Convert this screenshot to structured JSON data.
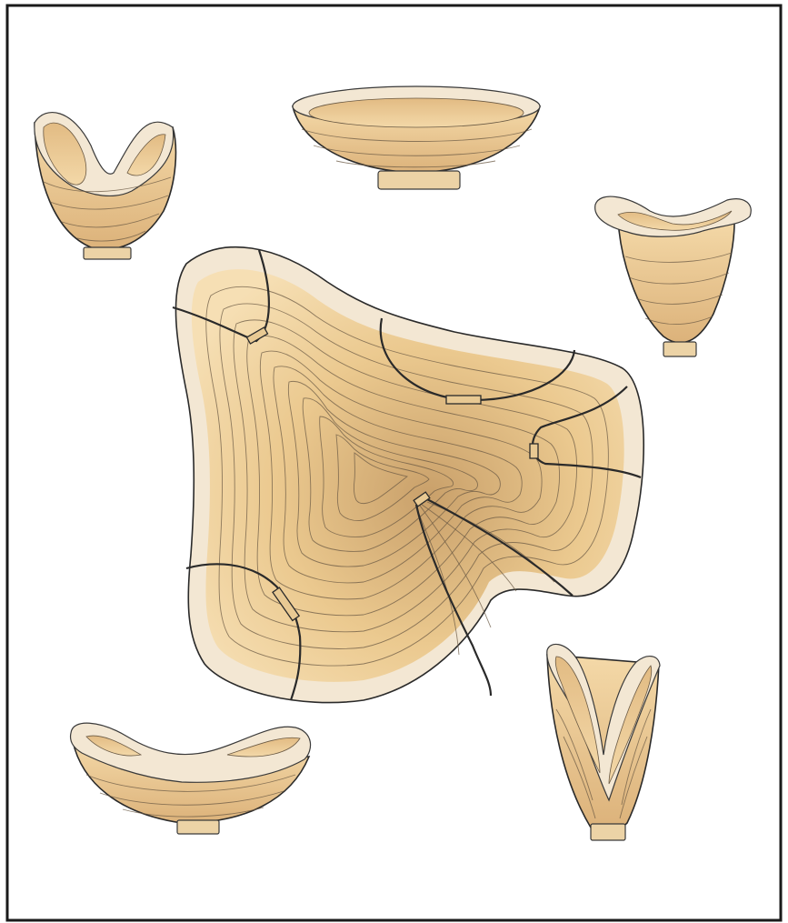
{
  "figure": {
    "caption": "",
    "colors": {
      "wood_light": "#f6dfb4",
      "wood_mid": "#ebc98f",
      "wood_dark": "#c9a06a",
      "rim": "#f3e7d3",
      "outline": "#2a2a2a",
      "frame": "#1a1a1a"
    },
    "elements": [
      "central-wood-blank",
      "bowl-top-left",
      "bowl-top-center",
      "vase-top-right",
      "bowl-bottom-left",
      "vase-bottom-right"
    ]
  }
}
